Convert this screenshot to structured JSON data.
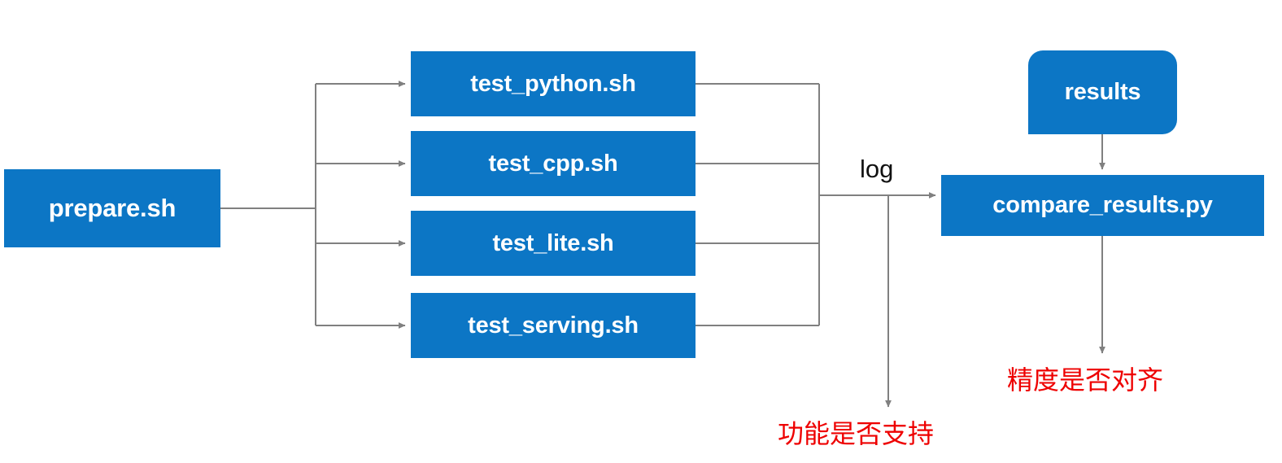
{
  "diagram": {
    "title": "test pipeline flowchart",
    "colors": {
      "node_fill": "#0c76c5",
      "node_text": "#ffffff",
      "edge": "#808080",
      "note_text": "#ee0000",
      "background": "#ffffff"
    },
    "nodes": [
      {
        "id": "prepare",
        "label": "prepare.sh",
        "shape": "rectangle"
      },
      {
        "id": "test_python",
        "label": "test_python.sh",
        "shape": "rectangle"
      },
      {
        "id": "test_cpp",
        "label": "test_cpp.sh",
        "shape": "rectangle"
      },
      {
        "id": "test_lite",
        "label": "test_lite.sh",
        "shape": "rectangle"
      },
      {
        "id": "test_serving",
        "label": "test_serving.sh",
        "shape": "rectangle"
      },
      {
        "id": "results",
        "label": "results",
        "shape": "rounded-data"
      },
      {
        "id": "compare",
        "label": "compare_results.py",
        "shape": "rectangle"
      }
    ],
    "edge_labels": [
      {
        "id": "log",
        "label": "log"
      }
    ],
    "notes": [
      {
        "id": "feature_support",
        "label": "功能是否支持"
      },
      {
        "id": "precision_aligned",
        "label": "精度是否对齐"
      }
    ],
    "edges": [
      {
        "from": "prepare",
        "to": "test_python",
        "label": ""
      },
      {
        "from": "prepare",
        "to": "test_cpp",
        "label": ""
      },
      {
        "from": "prepare",
        "to": "test_lite",
        "label": ""
      },
      {
        "from": "prepare",
        "to": "test_serving",
        "label": ""
      },
      {
        "from": "test_python",
        "to": "compare",
        "label": "log"
      },
      {
        "from": "test_cpp",
        "to": "compare",
        "label": "log"
      },
      {
        "from": "test_lite",
        "to": "compare",
        "label": "log"
      },
      {
        "from": "test_serving",
        "to": "compare",
        "label": "log"
      },
      {
        "from": "merge_point",
        "to": "feature_support",
        "label": ""
      },
      {
        "from": "results",
        "to": "compare",
        "label": ""
      },
      {
        "from": "compare",
        "to": "precision_aligned",
        "label": ""
      }
    ]
  }
}
